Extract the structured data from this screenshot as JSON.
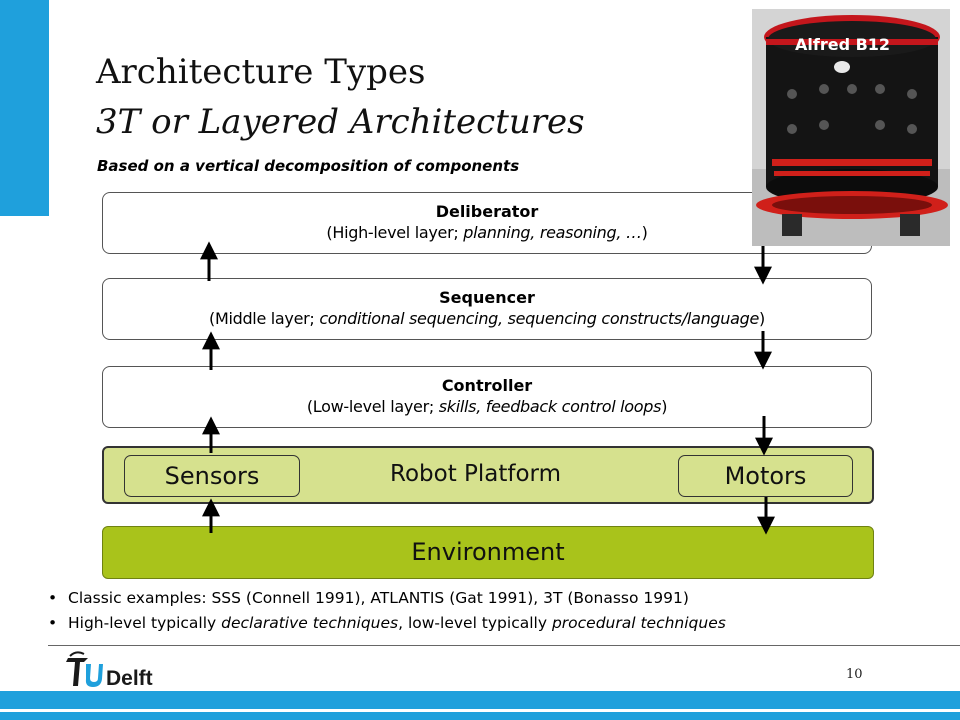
{
  "slide": {
    "title_line1": "Architecture Types",
    "title_line2": "3T or Layered Architectures",
    "subtitle": "Based on a vertical decomposition of components",
    "page_number": "10"
  },
  "layers": {
    "deliberator": {
      "name": "Deliberator",
      "desc_prefix": "(High-level layer; ",
      "desc_italic": "planning, reasoning, …",
      "desc_suffix": ")"
    },
    "sequencer": {
      "name": "Sequencer",
      "desc_prefix": "(Middle layer; ",
      "desc_italic": "conditional sequencing, sequencing constructs/language",
      "desc_suffix": ")"
    },
    "controller": {
      "name": "Controller",
      "desc_prefix": "(Low-level layer; ",
      "desc_italic": "skills, feedback control loops",
      "desc_suffix": ")"
    }
  },
  "platform": {
    "label": "Robot Platform",
    "sensors": "Sensors",
    "motors": "Motors"
  },
  "environment": {
    "label": "Environment"
  },
  "photo": {
    "caption": "Alfred B12"
  },
  "bullets": {
    "b1": "Classic examples: SSS (Connell 1991), ATLANTIS (Gat 1991), 3T (Bonasso 1991)",
    "b2_a": "High-level typically ",
    "b2_b": "declarative techniques",
    "b2_c": ", low-level typically ",
    "b2_d": "procedural techniques"
  },
  "logo": {
    "text": "TUDelft"
  },
  "colors": {
    "accent_blue": "#1fa0dc",
    "platform_green": "#d6e18e",
    "environment_green": "#a9c31b",
    "robot_red": "#d0201a"
  }
}
